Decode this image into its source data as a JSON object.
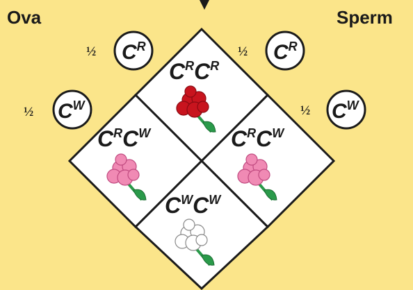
{
  "labels": {
    "ova": "Ova",
    "sperm": "Sperm"
  },
  "gametes": {
    "ova_top": {
      "fraction": "½",
      "allele": "C",
      "superscript": "R"
    },
    "ova_bottom": {
      "fraction": "½",
      "allele": "C",
      "superscript": "W"
    },
    "sperm_top": {
      "fraction": "½",
      "allele": "C",
      "superscript": "R"
    },
    "sperm_bottom": {
      "fraction": "½",
      "allele": "C",
      "superscript": "W"
    }
  },
  "cells": {
    "top": {
      "a1": "C",
      "s1": "R",
      "a2": "C",
      "s2": "R",
      "flower": "red"
    },
    "left": {
      "a1": "C",
      "s1": "R",
      "a2": "C",
      "s2": "W",
      "flower": "pink"
    },
    "right": {
      "a1": "C",
      "s1": "R",
      "a2": "C",
      "s2": "W",
      "flower": "pink"
    },
    "bottom": {
      "a1": "C",
      "s1": "W",
      "a2": "C",
      "s2": "W",
      "flower": "white"
    }
  },
  "colors": {
    "background": "#fbe58a",
    "red_flower": "#c8141e",
    "pink_flower": "#f08ab4",
    "white_flower": "#ffffff",
    "stem": "#2a9a4a"
  }
}
